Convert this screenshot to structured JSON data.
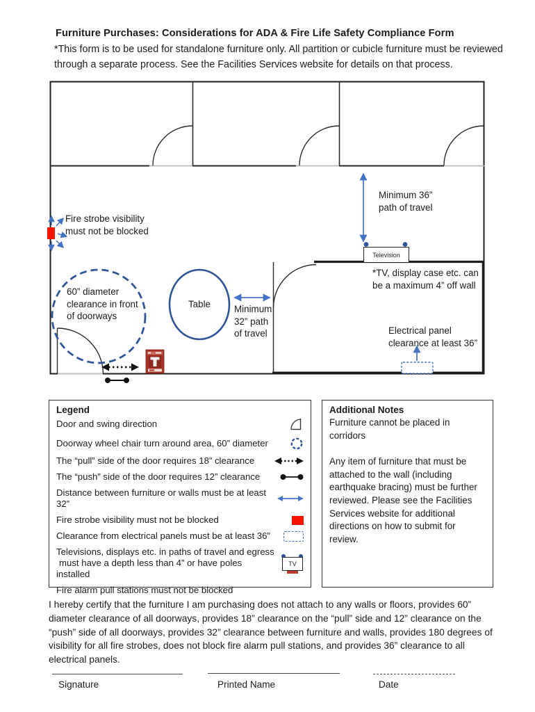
{
  "header": {
    "title": "Furniture Purchases: Considerations for ADA & Fire Life Safety Compliance Form",
    "intro": "*This form is to be used for standalone furniture only. All partition or cubicle furniture must be reviewed through a separate process. See the Facilities Services website for details on that process."
  },
  "floor_plan": {
    "fire_strobe_label": "Fire strobe visibility must not be blocked",
    "min36_label": "Minimum 36” path of travel",
    "television_label": "Television",
    "tv_note": "*TV, display case etc. can be a maximum 4” off wall",
    "turn_area_label": "60” diameter clearance in front of doorways",
    "table_label": "Table",
    "min32_label": "Minimum 32” path of travel",
    "electrical_label": "Electrical panel clearance at least 36”"
  },
  "legend": {
    "title": "Legend",
    "tv_icon_label": "TV",
    "items": [
      {
        "label": "Door and swing direction",
        "icon": "door-swing"
      },
      {
        "label": "Doorway wheel chair turn around area, 60” diameter",
        "icon": "dashed-circle"
      },
      {
        "label": "The “pull” side of the door requires 18” clearance",
        "icon": "pull-arrow"
      },
      {
        "label": "The “push” side of the door requires 12” clearance",
        "icon": "push-line"
      },
      {
        "label": "Distance between furniture or walls must be at least 32”",
        "icon": "blue-arrow"
      },
      {
        "label": "Fire strobe visibility must not be blocked",
        "icon": "red-rect"
      },
      {
        "label": "Clearance from electrical panels must be at least 36”",
        "icon": "dashed-rect"
      },
      {
        "label": "Televisions, displays etc. in paths of travel and egress",
        "label2": "must have a depth less than 4” or have poles installed",
        "icon": "tv"
      },
      {
        "label": "Fire alarm pull stations must not be blocked",
        "icon": "none"
      }
    ]
  },
  "notes": {
    "title": "Additional Notes",
    "line1": "Furniture cannot be placed in corridors",
    "paragraph": "Any item of furniture that must be attached to the wall (including earthquake bracing) must be further reviewed. Please see the Facilities Services website for additional directions on how to submit for review."
  },
  "certification": "I hereby certify that the furniture I am purchasing does not attach to any walls or floors, provides 60” diameter clearance of all doorways, provides 18” clearance on the “pull” side and 12” clearance on the “push” side of all doorways, provides 32” clearance between furniture and walls, provides 180 degrees of visibility for all fire strobes, does not block fire alarm pull stations, and provides 36” clearance to all electrical panels.",
  "signature_block": {
    "signature_label": "Signature",
    "printed_name_label": "Printed Name",
    "date_label": "Date"
  },
  "colors": {
    "annotation_blue": "#4472C4",
    "shape_blue": "#2E5597",
    "strobe_red": "#F81500",
    "pull_station_red": "#A93226"
  }
}
